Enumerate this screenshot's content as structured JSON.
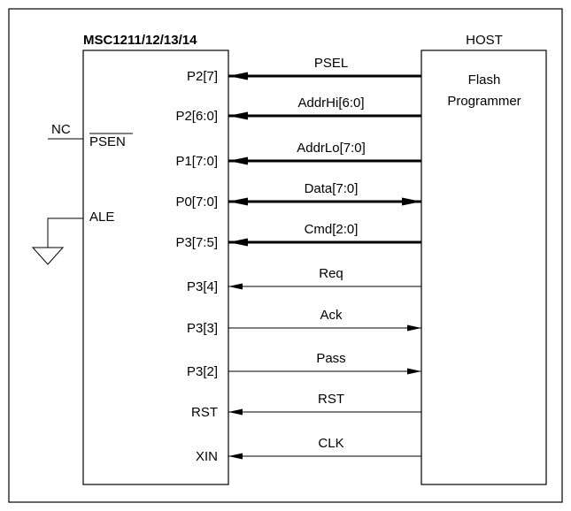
{
  "chip": {
    "title": "MSC1211/12/13/14",
    "pins": [
      "P2[7]",
      "P2[6:0]",
      "P1[7:0]",
      "P0[7:0]",
      "P3[7:5]",
      "P3[4]",
      "P3[3]",
      "P3[2]",
      "RST",
      "XIN"
    ],
    "left_pins": {
      "psen": "PSEN",
      "ale": "ALE",
      "nc": "NC"
    }
  },
  "host": {
    "title": "HOST",
    "line1": "Flash",
    "line2": "Programmer"
  },
  "signals": [
    {
      "name": "PSEL",
      "direction": "to-chip",
      "bus": true
    },
    {
      "name": "AddrHi[6:0]",
      "direction": "to-chip",
      "bus": true
    },
    {
      "name": "AddrLo[7:0]",
      "direction": "to-chip",
      "bus": true
    },
    {
      "name": "Data[7:0]",
      "direction": "bidirectional",
      "bus": true
    },
    {
      "name": "Cmd[2:0]",
      "direction": "to-chip",
      "bus": true
    },
    {
      "name": "Req",
      "direction": "to-chip",
      "bus": false
    },
    {
      "name": "Ack",
      "direction": "to-host",
      "bus": false
    },
    {
      "name": "Pass",
      "direction": "to-host",
      "bus": false
    },
    {
      "name": "RST",
      "direction": "to-chip",
      "bus": false
    },
    {
      "name": "CLK",
      "direction": "to-chip",
      "bus": false
    }
  ]
}
